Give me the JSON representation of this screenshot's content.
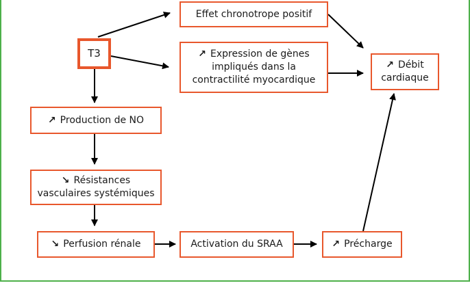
{
  "colors": {
    "frame": "#4db04a",
    "box_border": "#e8572c",
    "arrow": "#000000"
  },
  "nodes": {
    "t3": {
      "label": "T3"
    },
    "chronotrope": {
      "label": "Effet chronotrope positif"
    },
    "expression": {
      "symbol": "↗",
      "label": "Expression de gènes",
      "line2": "impliqués dans la",
      "line3": "contractilité myocardique"
    },
    "debit": {
      "symbol": "↗",
      "label": "Débit",
      "line2": "cardiaque"
    },
    "no": {
      "symbol": "↗",
      "label": "Production de NO"
    },
    "resistances": {
      "symbol": "↘",
      "label": "Résistances",
      "line2": "vasculaires systémiques"
    },
    "perfusion": {
      "symbol": "↘",
      "label": "Perfusion rénale"
    },
    "sraa": {
      "label": "Activation du SRAA"
    },
    "precharge": {
      "symbol": "↗",
      "label": "Précharge"
    }
  }
}
